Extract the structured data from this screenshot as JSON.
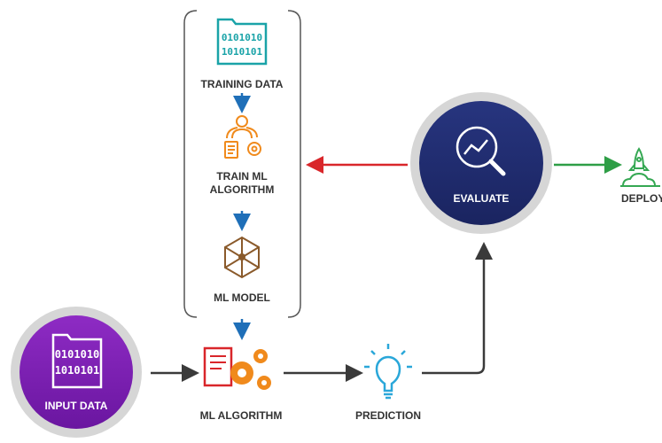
{
  "nodes": {
    "training_data": {
      "label": "TRAINING DATA",
      "binary_top": "0101010",
      "binary_bottom": "1010101"
    },
    "train_algorithm": {
      "label_line1": "TRAIN ML",
      "label_line2": "ALGORITHM"
    },
    "ml_model": {
      "label": "ML MODEL"
    },
    "input_data": {
      "label": "INPUT DATA",
      "binary_top": "0101010",
      "binary_bottom": "1010101"
    },
    "ml_algorithm": {
      "label": "ML ALGORITHM"
    },
    "prediction": {
      "label": "PREDICTION"
    },
    "evaluate": {
      "label": "EVALUATE"
    },
    "deploy": {
      "label": "DEPLOY"
    }
  },
  "colors": {
    "blue_arrow": "#1f6fb8",
    "red_arrow": "#d9262a",
    "green_arrow": "#2e9e46",
    "dark_arrow": "#3a3a3a",
    "teal_icon": "#1aa3a8",
    "orange_icon": "#f08a1c",
    "brown_icon": "#8a5a2b",
    "purple_circle": "#7a1fb0",
    "navy_circle": "#1f2a6b",
    "gray_ring": "#b9b9b9",
    "cyan_bulb": "#2aa7d9",
    "deploy_green": "#35a853"
  }
}
